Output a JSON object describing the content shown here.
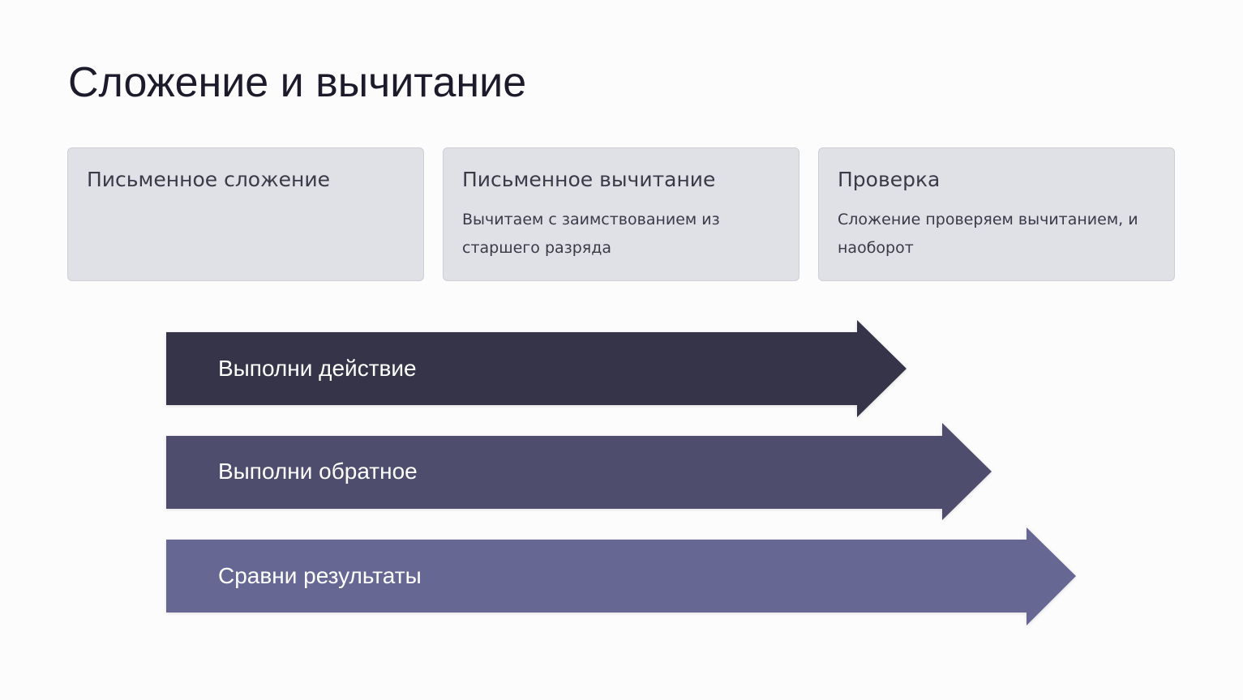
{
  "title": "Сложение и вычитание",
  "cards": [
    {
      "title": "Письменное сложение",
      "text": ""
    },
    {
      "title": "Письменное вычитание",
      "text": "Вычитаем с заимствованием из старшего разряда"
    },
    {
      "title": "Проверка",
      "text": "Сложение проверяем вычитанием, и наоборот"
    }
  ],
  "steps": [
    {
      "label": "Выполни действие",
      "color": "#353449"
    },
    {
      "label": "Выполни обратное",
      "color": "#4e4d6e"
    },
    {
      "label": "Сравни результаты",
      "color": "#676794"
    }
  ]
}
